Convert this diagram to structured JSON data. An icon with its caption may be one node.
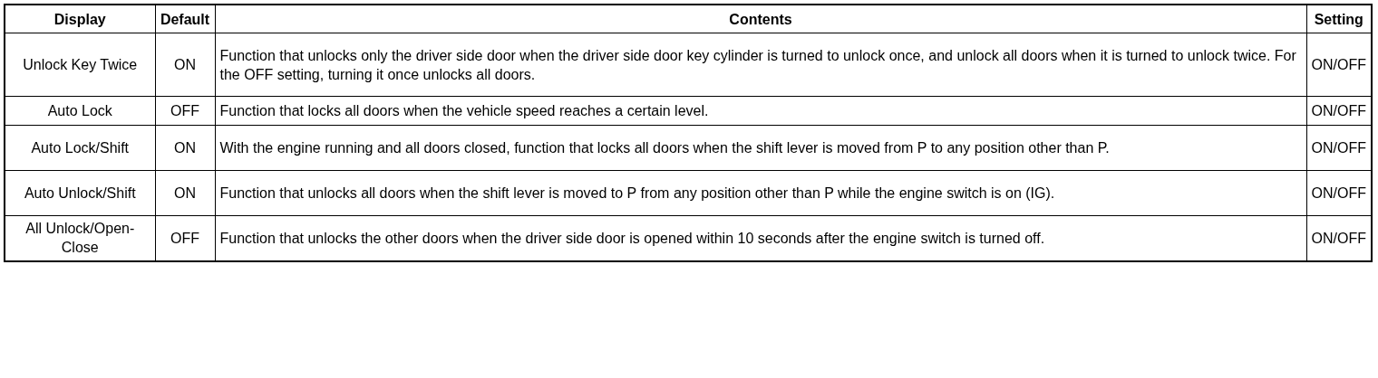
{
  "diagram": {
    "labels": [
      "Display",
      "Default",
      "Contents",
      "Setting",
      "Unlock Key Twice",
      "ON",
      "Function that unlocks only the driver side door when the driver side door key cylinder is turned to unlock once, and unlock all doors when it is turned to unlock twice. For the OFF setting, turning it once unlocks all doors.",
      "ON/OFF",
      "Auto Lock",
      "OFF",
      "Function that locks all doors when the vehicle speed reaches a certain level.",
      "ON/OFF",
      "Auto Lock/Shift",
      "ON",
      "With the engine running and all doors closed, function that locks all doors when the shift lever is moved from P to any position other than P.",
      "ON/OFF",
      "Auto Unlock/Shift",
      "ON",
      "Function that unlocks all doors when the shift lever is moved to P from any position other than P while the engine switch is on (IG).",
      "ON/OFF",
      "All Unlock/Open-Close",
      "OFF",
      "Function that unlocks the other doors when the driver side door is opened within 10 seconds after the engine switch is turned off.",
      "ON/OFF"
    ]
  }
}
